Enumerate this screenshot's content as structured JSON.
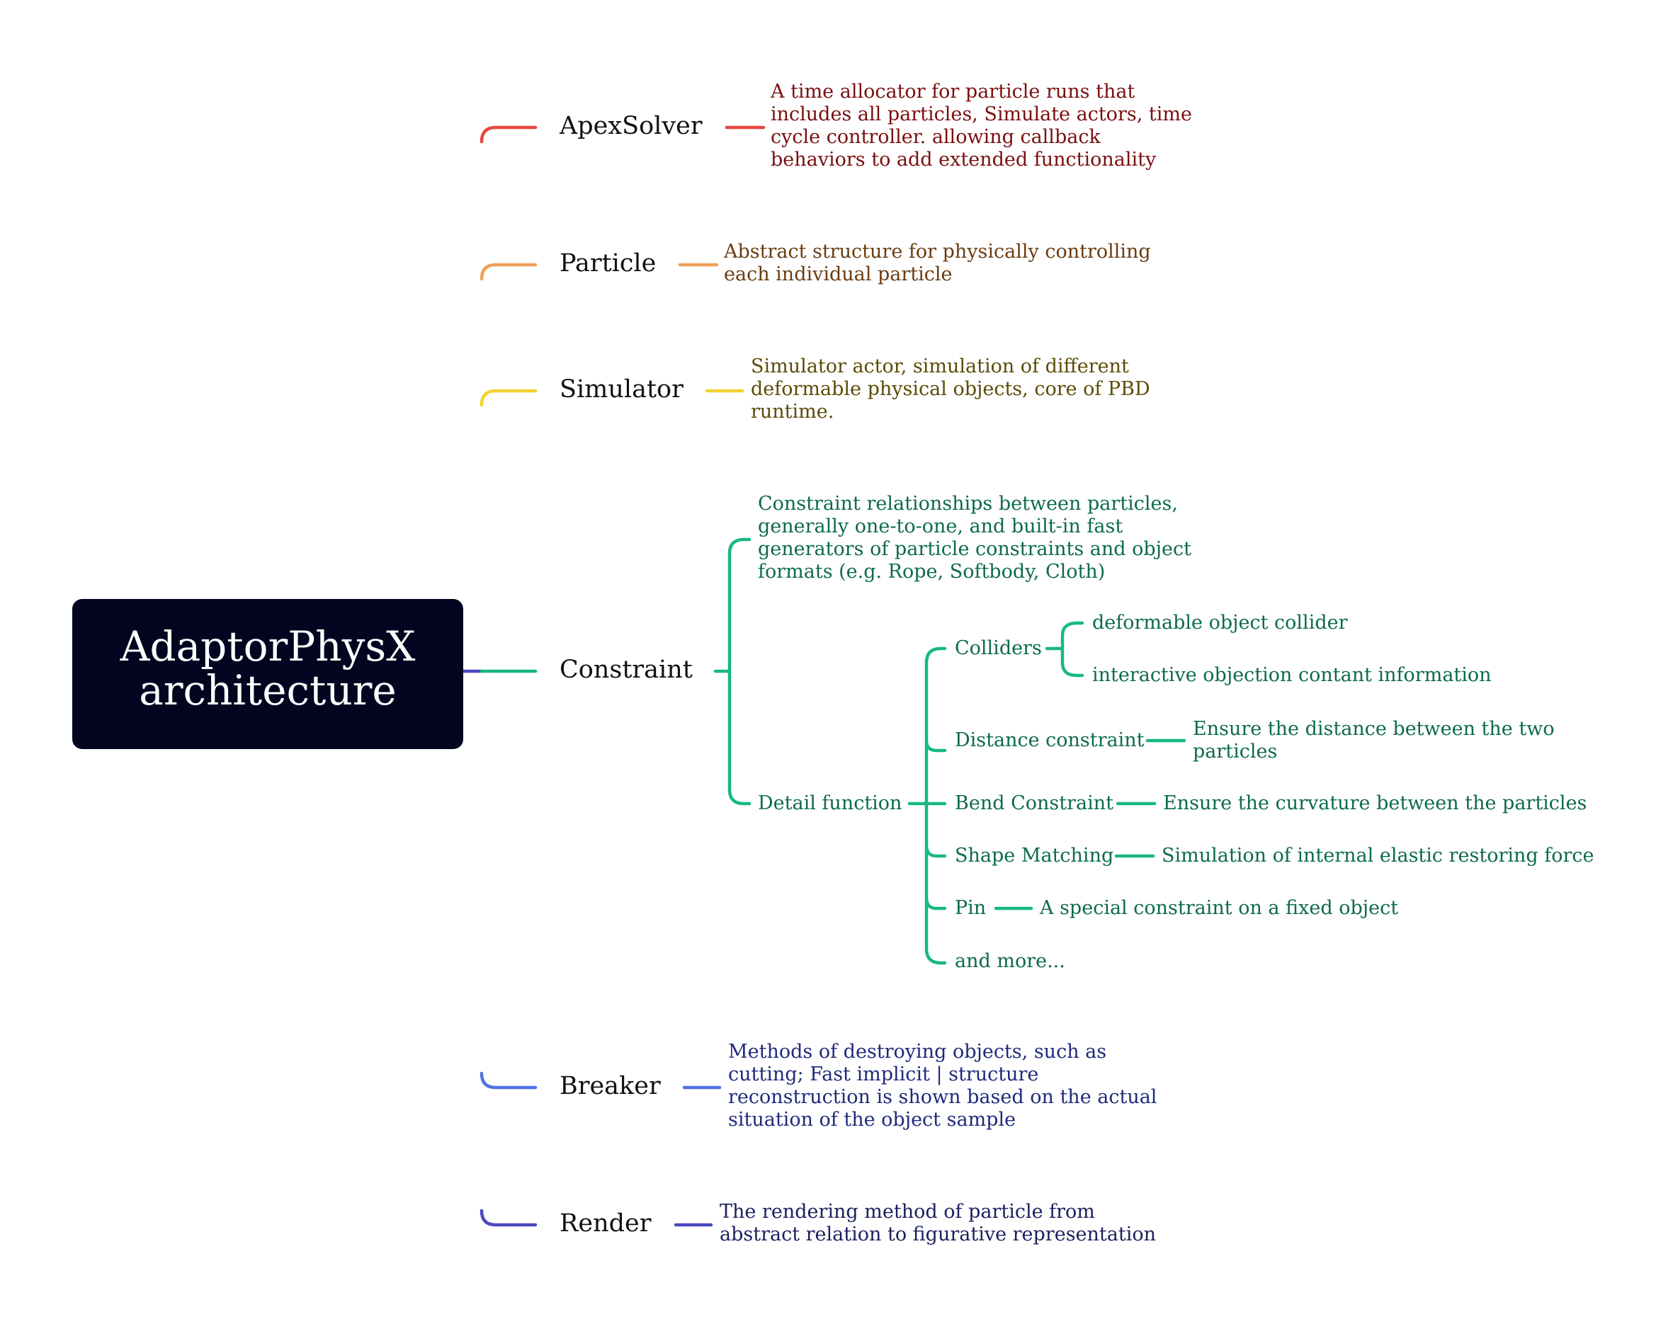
{
  "root": {
    "title": "AdaptorPhysX\narchitecture"
  },
  "colors": {
    "red": "#e8473f",
    "orange": "#f0a05a",
    "yellow": "#f2d232",
    "green": "#18b97e",
    "blue": "#4f72e6",
    "indigo": "#4a4ac2",
    "root_bg": "#020420"
  },
  "branches": {
    "apexsolver": {
      "label": "ApexSolver",
      "desc": "A time allocator for particle runs that\nincludes all particles, Simulate actors, time\ncycle controller. allowing callback\nbehaviors to add extended functionality"
    },
    "particle": {
      "label": "Particle",
      "desc": "Abstract structure for physically controlling\neach individual particle"
    },
    "simulator": {
      "label": "Simulator",
      "desc": "Simulator actor, simulation of different\ndeformable physical objects, core of PBD\nruntime."
    },
    "constraint": {
      "label": "Constraint",
      "desc": "Constraint relationships between particles,\ngenerally one-to-one, and built-in fast\ngenerators of particle constraints and object\nformats (e.g. Rope, Softbody, Cloth)",
      "detail": {
        "label": "Detail function",
        "colliders": {
          "label": "Colliders",
          "items": [
            "deformable object collider",
            "interactive objection contant information"
          ]
        },
        "distance": {
          "label": "Distance constraint",
          "desc": "Ensure the distance between the two\nparticles"
        },
        "bend": {
          "label": "Bend Constraint",
          "desc": "Ensure the curvature between the particles"
        },
        "shape": {
          "label": "Shape Matching",
          "desc": "Simulation of internal elastic restoring force"
        },
        "pin": {
          "label": "Pin",
          "desc": "A special constraint on a fixed object"
        },
        "more": {
          "label": "and more..."
        }
      }
    },
    "breaker": {
      "label": "Breaker",
      "desc": "Methods of destroying objects, such as\ncutting; Fast implicit | structure\nreconstruction is shown based on the actual\nsituation of the object sample"
    },
    "render": {
      "label": "Render",
      "desc": "The rendering method of particle from\nabstract relation to figurative representation"
    }
  }
}
